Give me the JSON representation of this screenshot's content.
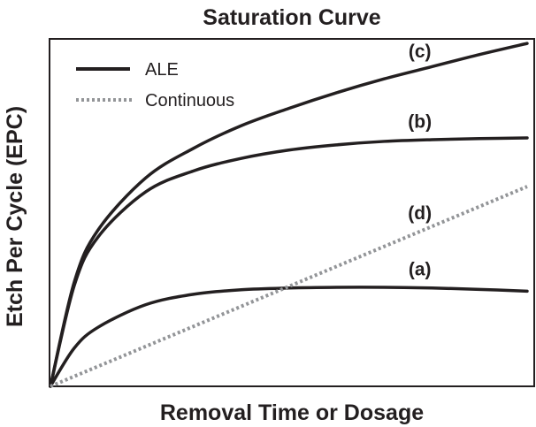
{
  "chart_data": {
    "type": "line",
    "title": "Saturation Curve",
    "xlabel": "Removal Time or Dosage",
    "ylabel": "Etch Per Cycle (EPC)",
    "xlim": [
      0,
      1
    ],
    "ylim": [
      0,
      1
    ],
    "grid": false,
    "ticks": false,
    "legend": {
      "position": "top-left",
      "entries": [
        {
          "label": "ALE",
          "style": "solid",
          "color": "#231f20"
        },
        {
          "label": "Continuous",
          "style": "dotted",
          "color": "#939598"
        }
      ]
    },
    "series": [
      {
        "label": "(a)",
        "style": "ALE",
        "color": "#231f20",
        "x": [
          0,
          0.05,
          0.1,
          0.2,
          0.3,
          0.4,
          0.5,
          0.6,
          0.7,
          0.8,
          0.9,
          1.0
        ],
        "y": [
          0,
          0.11,
          0.17,
          0.235,
          0.265,
          0.278,
          0.283,
          0.285,
          0.285,
          0.283,
          0.279,
          0.274
        ]
      },
      {
        "label": "(b)",
        "style": "ALE",
        "color": "#231f20",
        "x": [
          0,
          0.05,
          0.1,
          0.2,
          0.3,
          0.4,
          0.5,
          0.6,
          0.7,
          0.8,
          0.9,
          1.0
        ],
        "y": [
          0,
          0.29,
          0.43,
          0.56,
          0.62,
          0.656,
          0.68,
          0.695,
          0.705,
          0.71,
          0.713,
          0.715
        ]
      },
      {
        "label": "(c)",
        "style": "ALE",
        "color": "#231f20",
        "x": [
          0,
          0.05,
          0.1,
          0.2,
          0.3,
          0.4,
          0.5,
          0.6,
          0.7,
          0.8,
          0.9,
          1.0
        ],
        "y": [
          0,
          0.3,
          0.45,
          0.6,
          0.685,
          0.75,
          0.8,
          0.845,
          0.885,
          0.92,
          0.955,
          0.987
        ]
      },
      {
        "label": "(d)",
        "style": "Continuous",
        "color": "#939598",
        "x": [
          0,
          1.0
        ],
        "y": [
          0,
          0.575
        ]
      }
    ],
    "label_anchor_x": {
      "(a)": 0.775,
      "(b)": 0.775,
      "(c)": 0.775,
      "(d)": 0.775
    }
  }
}
